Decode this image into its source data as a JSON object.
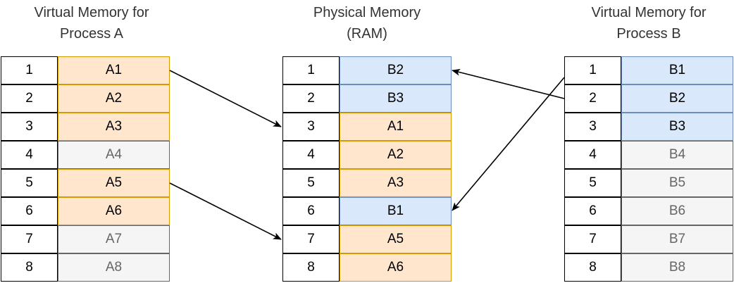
{
  "titles": {
    "a_line1": "Virtual Memory for",
    "a_line2": "Process A",
    "ram_line1": "Physical Memory",
    "ram_line2": "(RAM)",
    "b_line1": "Virtual Memory for",
    "b_line2": "Process B"
  },
  "colors": {
    "orange_fill": "#ffe6cc",
    "orange_stroke": "#d79b00",
    "blue_fill": "#dae8fc",
    "blue_stroke": "#6c8ebf",
    "gray_fill": "#f5f5f5",
    "gray_stroke": "#666666"
  },
  "process_a": {
    "rows": [
      {
        "index": "1",
        "value": "A1",
        "state": "orange"
      },
      {
        "index": "2",
        "value": "A2",
        "state": "orange"
      },
      {
        "index": "3",
        "value": "A3",
        "state": "orange"
      },
      {
        "index": "4",
        "value": "A4",
        "state": "gray"
      },
      {
        "index": "5",
        "value": "A5",
        "state": "orange"
      },
      {
        "index": "6",
        "value": "A6",
        "state": "orange"
      },
      {
        "index": "7",
        "value": "A7",
        "state": "gray"
      },
      {
        "index": "8",
        "value": "A8",
        "state": "gray"
      }
    ]
  },
  "ram": {
    "rows": [
      {
        "index": "1",
        "value": "B2",
        "state": "blue"
      },
      {
        "index": "2",
        "value": "B3",
        "state": "blue"
      },
      {
        "index": "3",
        "value": "A1",
        "state": "orange"
      },
      {
        "index": "4",
        "value": "A2",
        "state": "orange"
      },
      {
        "index": "5",
        "value": "A3",
        "state": "orange"
      },
      {
        "index": "6",
        "value": "B1",
        "state": "blue"
      },
      {
        "index": "7",
        "value": "A5",
        "state": "orange"
      },
      {
        "index": "8",
        "value": "A6",
        "state": "orange"
      }
    ]
  },
  "process_b": {
    "rows": [
      {
        "index": "1",
        "value": "B1",
        "state": "blue"
      },
      {
        "index": "2",
        "value": "B2",
        "state": "blue"
      },
      {
        "index": "3",
        "value": "B3",
        "state": "blue"
      },
      {
        "index": "4",
        "value": "B4",
        "state": "gray"
      },
      {
        "index": "5",
        "value": "B5",
        "state": "gray"
      },
      {
        "index": "6",
        "value": "B6",
        "state": "gray"
      },
      {
        "index": "7",
        "value": "B7",
        "state": "gray"
      },
      {
        "index": "8",
        "value": "B8",
        "state": "gray"
      }
    ]
  },
  "mappings": [
    {
      "from": "process_a.1",
      "to": "ram.3"
    },
    {
      "from": "process_a.5",
      "to": "ram.7"
    },
    {
      "from": "process_b.1",
      "to": "ram.6"
    },
    {
      "from": "process_b.2",
      "to": "ram.1"
    }
  ]
}
